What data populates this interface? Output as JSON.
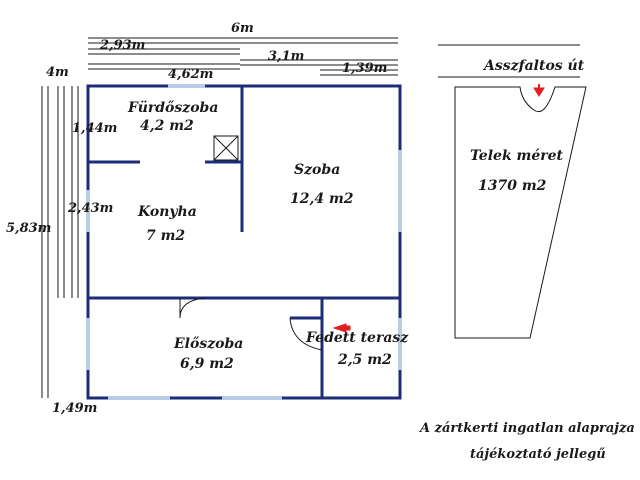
{
  "dimensions": {
    "total_width": "6m",
    "width_a": "2,93m",
    "width_b": "3,1m",
    "width_c": "1,39m",
    "width_d": "4,62m",
    "left_a": "4m",
    "left_b": "1,44m",
    "left_c": "2,43m",
    "left_total": "5,83m",
    "left_d": "1,49m"
  },
  "rooms": [
    {
      "name": "Fürdőszoba",
      "area": "4,2 m2"
    },
    {
      "name": "Szoba",
      "area": "12,4 m2"
    },
    {
      "name": "Konyha",
      "area": "7 m2"
    },
    {
      "name": "Előszoba",
      "area": "6,9 m2"
    },
    {
      "name": "Fedett terasz",
      "area": "2,5 m2"
    }
  ],
  "plot": {
    "road": "Asszfaltos út",
    "size_label": "Telek méret",
    "size_value": "1370 m2"
  },
  "caption": {
    "line1": "A zártkerti ingatlan alaprajza",
    "line2": "tájékoztató jellegű"
  },
  "colors": {
    "wall": "#1c2c78",
    "window": "#b9cce6",
    "arrow": "#e02020"
  }
}
